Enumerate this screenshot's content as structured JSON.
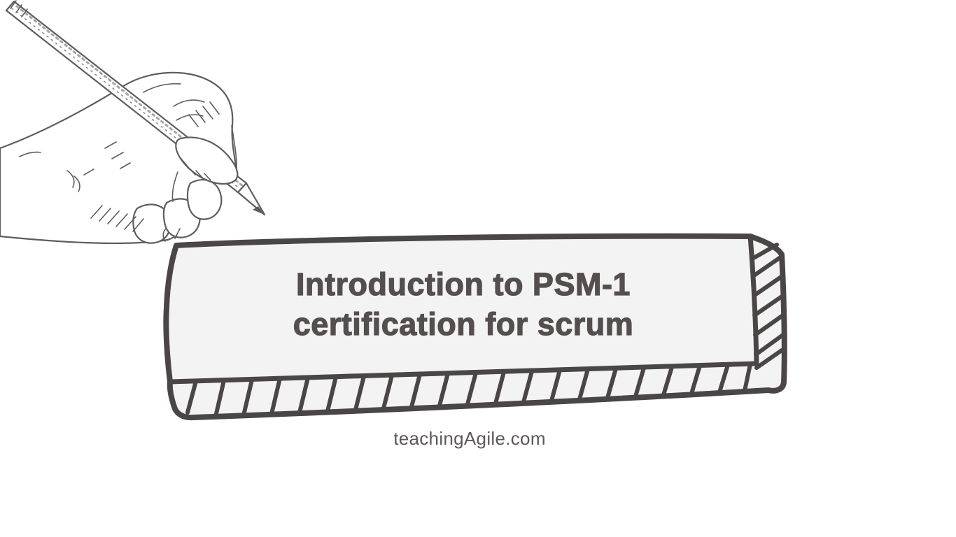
{
  "page": {
    "background_color": "#ffffff"
  },
  "illustration": {
    "name": "hand-writing-with-pencil-sketch",
    "stroke_color": "#5d5d5d"
  },
  "banner": {
    "shape": "hand-drawn-3d-board",
    "fill_color": "#f4f3f3",
    "stroke_color": "#4b4646",
    "title_line1": "Introduction to PSM-1",
    "title_line2": "certification for scrum",
    "title_color": "#554e4e"
  },
  "footer": {
    "site_text": "teachingAgile.com",
    "color": "#5d5858"
  }
}
